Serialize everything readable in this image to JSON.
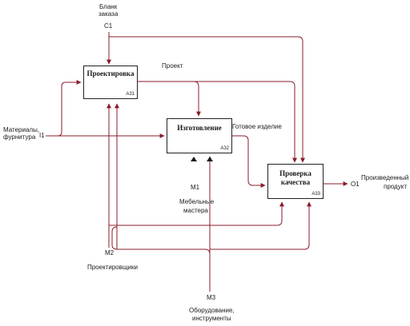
{
  "colors": {
    "arrow": "#8a1c2b",
    "border": "#222222",
    "text": "#1a1a1a"
  },
  "boxes": {
    "a31": {
      "name": "Проектировка",
      "number": "A31"
    },
    "a32": {
      "name": "Изготовление",
      "number": "A32"
    },
    "a33": {
      "name_line1": "Проверка",
      "name_line2": "качества",
      "number": "A33"
    }
  },
  "controls": {
    "c1": {
      "text_line1": "Бланк",
      "text_line2": "заказа",
      "code": "C1"
    }
  },
  "inputs": {
    "i1": {
      "text_line1": "Материалы,",
      "text_line2": "фурнитура",
      "code": "I1"
    }
  },
  "outputs": {
    "o1": {
      "text_line1": "Произведенный",
      "text_line2": "продукт",
      "code": "O1"
    }
  },
  "mechanisms": {
    "m1": {
      "code": "M1",
      "text_line1": "Мебельные",
      "text_line2": "мастера"
    },
    "m2": {
      "code": "M2",
      "text": "Проектировщики"
    },
    "m3": {
      "code": "M3",
      "text_line1": "Оборудование,",
      "text_line2": "инструменты"
    }
  },
  "internal": {
    "project": "Проект",
    "finished_item": "Готовое изделие"
  }
}
